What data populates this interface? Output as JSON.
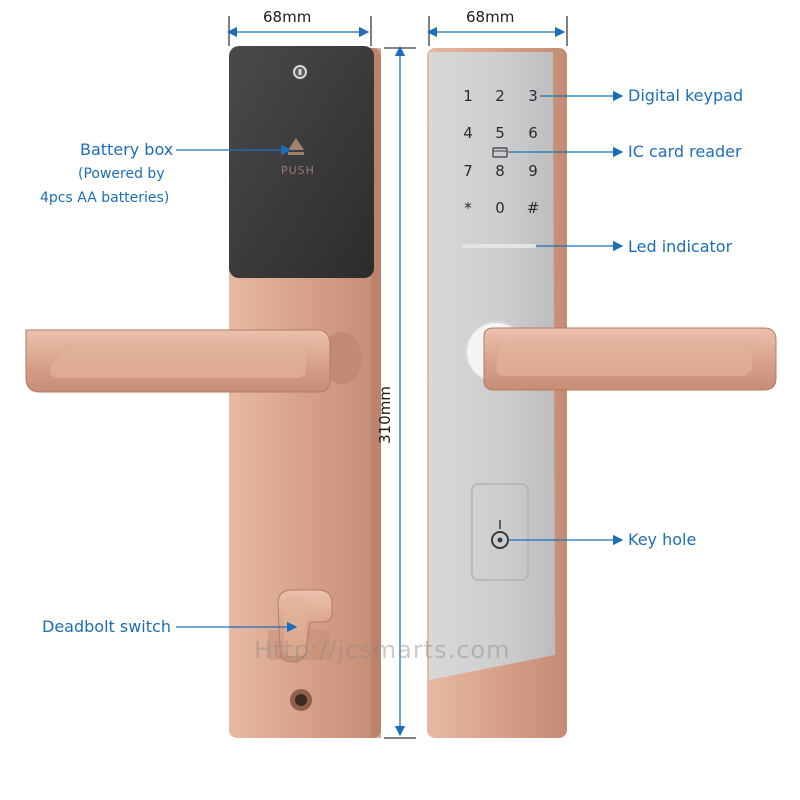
{
  "dimensions": {
    "width_left": "68mm",
    "width_right": "68mm",
    "height": "310mm"
  },
  "callouts": {
    "digital_keypad": "Digital keypad",
    "ic_card_reader": "IC card reader",
    "led_indicator": "Led indicator",
    "key_hole": "Key hole",
    "battery_box": "Battery box",
    "battery_note_1": "(Powered by",
    "battery_note_2": "4pcs AA batteries)",
    "deadbolt_switch": "Deadbolt switch"
  },
  "battery_cover": {
    "push_label": "PUSH"
  },
  "keypad": {
    "keys": [
      "1",
      "2",
      "3",
      "4",
      "5",
      "6",
      "7",
      "8",
      "9",
      "*",
      "0",
      "#"
    ]
  },
  "watermark": "Http://jcsmarts.com",
  "colors": {
    "callout_text": "#1b6fb8",
    "rose_gold": "#d9a48c",
    "silver_panel": "#c9c9cb",
    "battery_cover": "#3a3a3c"
  },
  "icons": [
    "lock-cylinder-icon",
    "eject-arrow-icon",
    "card-icon",
    "keyhole-icon"
  ]
}
